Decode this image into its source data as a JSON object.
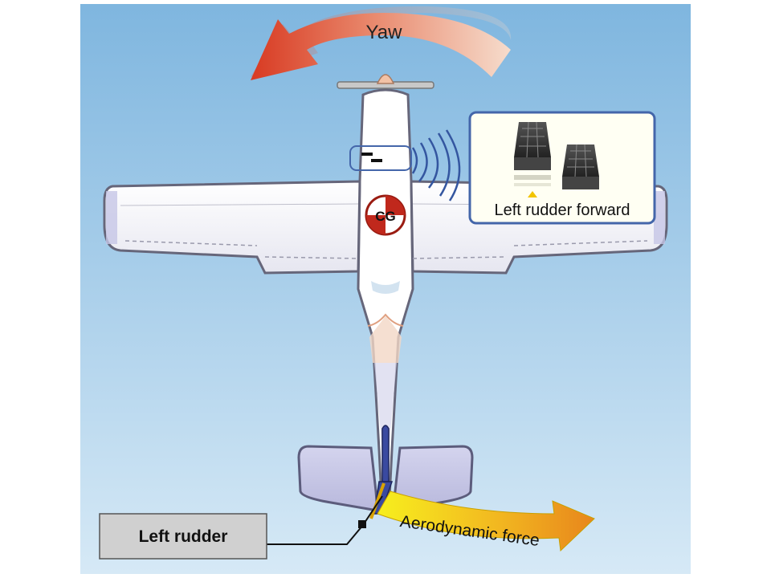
{
  "diagram": {
    "yaw_label": "Yaw",
    "cg_label": "CG",
    "inset_caption": "Left rudder forward",
    "callout_label": "Left rudder",
    "force_label": "Aerodynamic force"
  },
  "colors": {
    "sky_top": "#7fb6df",
    "sky_bottom": "#d4e8f6",
    "yaw_arrow_start": "#d83a22",
    "yaw_arrow_end": "#f6d8c8",
    "force_arrow_start": "#f7ef1e",
    "force_arrow_end": "#e8861c",
    "airframe": "#ffffff",
    "tail": "#c6c6e6",
    "rudder": "#3a4aa0",
    "cg_red": "#c0281c",
    "callout_box": "#d0d0d0",
    "inset_bg": "#fffff3",
    "inset_border": "#4466aa"
  }
}
